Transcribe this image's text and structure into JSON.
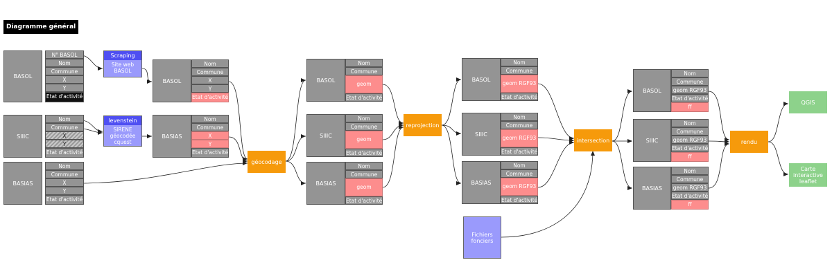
{
  "title": "Diagramme général",
  "tables": {
    "basol_raw": {
      "name": "BASOL",
      "fields": [
        "N° BASOL",
        "Nom",
        "Commune",
        "X",
        "Y",
        "Etat d'activité"
      ]
    },
    "siiic_raw": {
      "name": "SIIIC",
      "fields": [
        "Nom",
        "Commune",
        "X",
        "Y",
        "Etat d'activité"
      ]
    },
    "basias_raw": {
      "name": "BASIAS",
      "fields": [
        "Nom",
        "Commune",
        "X",
        "Y",
        "Etat d'activité"
      ]
    },
    "basol_2": {
      "name": "BASOL",
      "fields": [
        "Nom",
        "Commune",
        "X",
        "Y",
        "Etat d'activité"
      ]
    },
    "basias_2": {
      "name": "BASIAS",
      "fields": [
        "Nom",
        "Commune",
        "X",
        "Y",
        "Etat d'activité"
      ]
    },
    "basol_geo": {
      "name": "BASOL",
      "fields": [
        "Nom",
        "Commune",
        "geom",
        "Etat d'activité"
      ]
    },
    "siiic_geo": {
      "name": "SIIIC",
      "fields": [
        "Nom",
        "Commune",
        "geom",
        "Etat d'activité"
      ]
    },
    "basias_geo": {
      "name": "BASIAS",
      "fields": [
        "Nom",
        "Commune",
        "geom",
        "Etat d'activité"
      ]
    },
    "basol_rgf": {
      "name": "BASOL",
      "fields": [
        "Nom",
        "Commune",
        "geom RGF93",
        "Etat d'activité"
      ]
    },
    "siiic_rgf": {
      "name": "SIIIC",
      "fields": [
        "Nom",
        "Commune",
        "geom RGF93",
        "Etat d'activité"
      ]
    },
    "basias_rgf": {
      "name": "BASIAS",
      "fields": [
        "Nom",
        "Commune",
        "geom RGF93",
        "Etat d'activité"
      ]
    },
    "basol_ff": {
      "name": "BASOL",
      "fields": [
        "Nom",
        "Commune",
        "geom RGF93",
        "Etat d'activité",
        "ff"
      ]
    },
    "siiic_ff": {
      "name": "SIIIC",
      "fields": [
        "Nom",
        "Commune",
        "geom RGF93",
        "Etat d'activité",
        "ff"
      ]
    },
    "basias_ff": {
      "name": "BASIAS",
      "fields": [
        "Nom",
        "Commune",
        "geom RGF93",
        "Etat d'activité",
        "ff"
      ]
    }
  },
  "sources": {
    "scraping": {
      "header": "Scraping",
      "body": [
        "Site web",
        "BASOL"
      ]
    },
    "levenstein": {
      "header": "levenstein",
      "body": [
        "SIRENE",
        "géocodée",
        "cquest"
      ]
    }
  },
  "processes": {
    "geocodage": "géocodage",
    "reprojection": "reprojection",
    "intersection": "intersection",
    "rendu": "rendu"
  },
  "files": [
    "Fichiers",
    "fonciers"
  ],
  "outputs": {
    "qgis": [
      "QGIS"
    ],
    "leaflet": [
      "Carte",
      "interactive",
      "leaflet"
    ]
  },
  "colors": {
    "table_grey": "#949494",
    "process_orange": "#f69a0b",
    "source_blue": "#4f4ff2",
    "source_body": "#9a9afc",
    "highlight_pink": "#fd8d8d",
    "output_green": "#8dd28b"
  }
}
